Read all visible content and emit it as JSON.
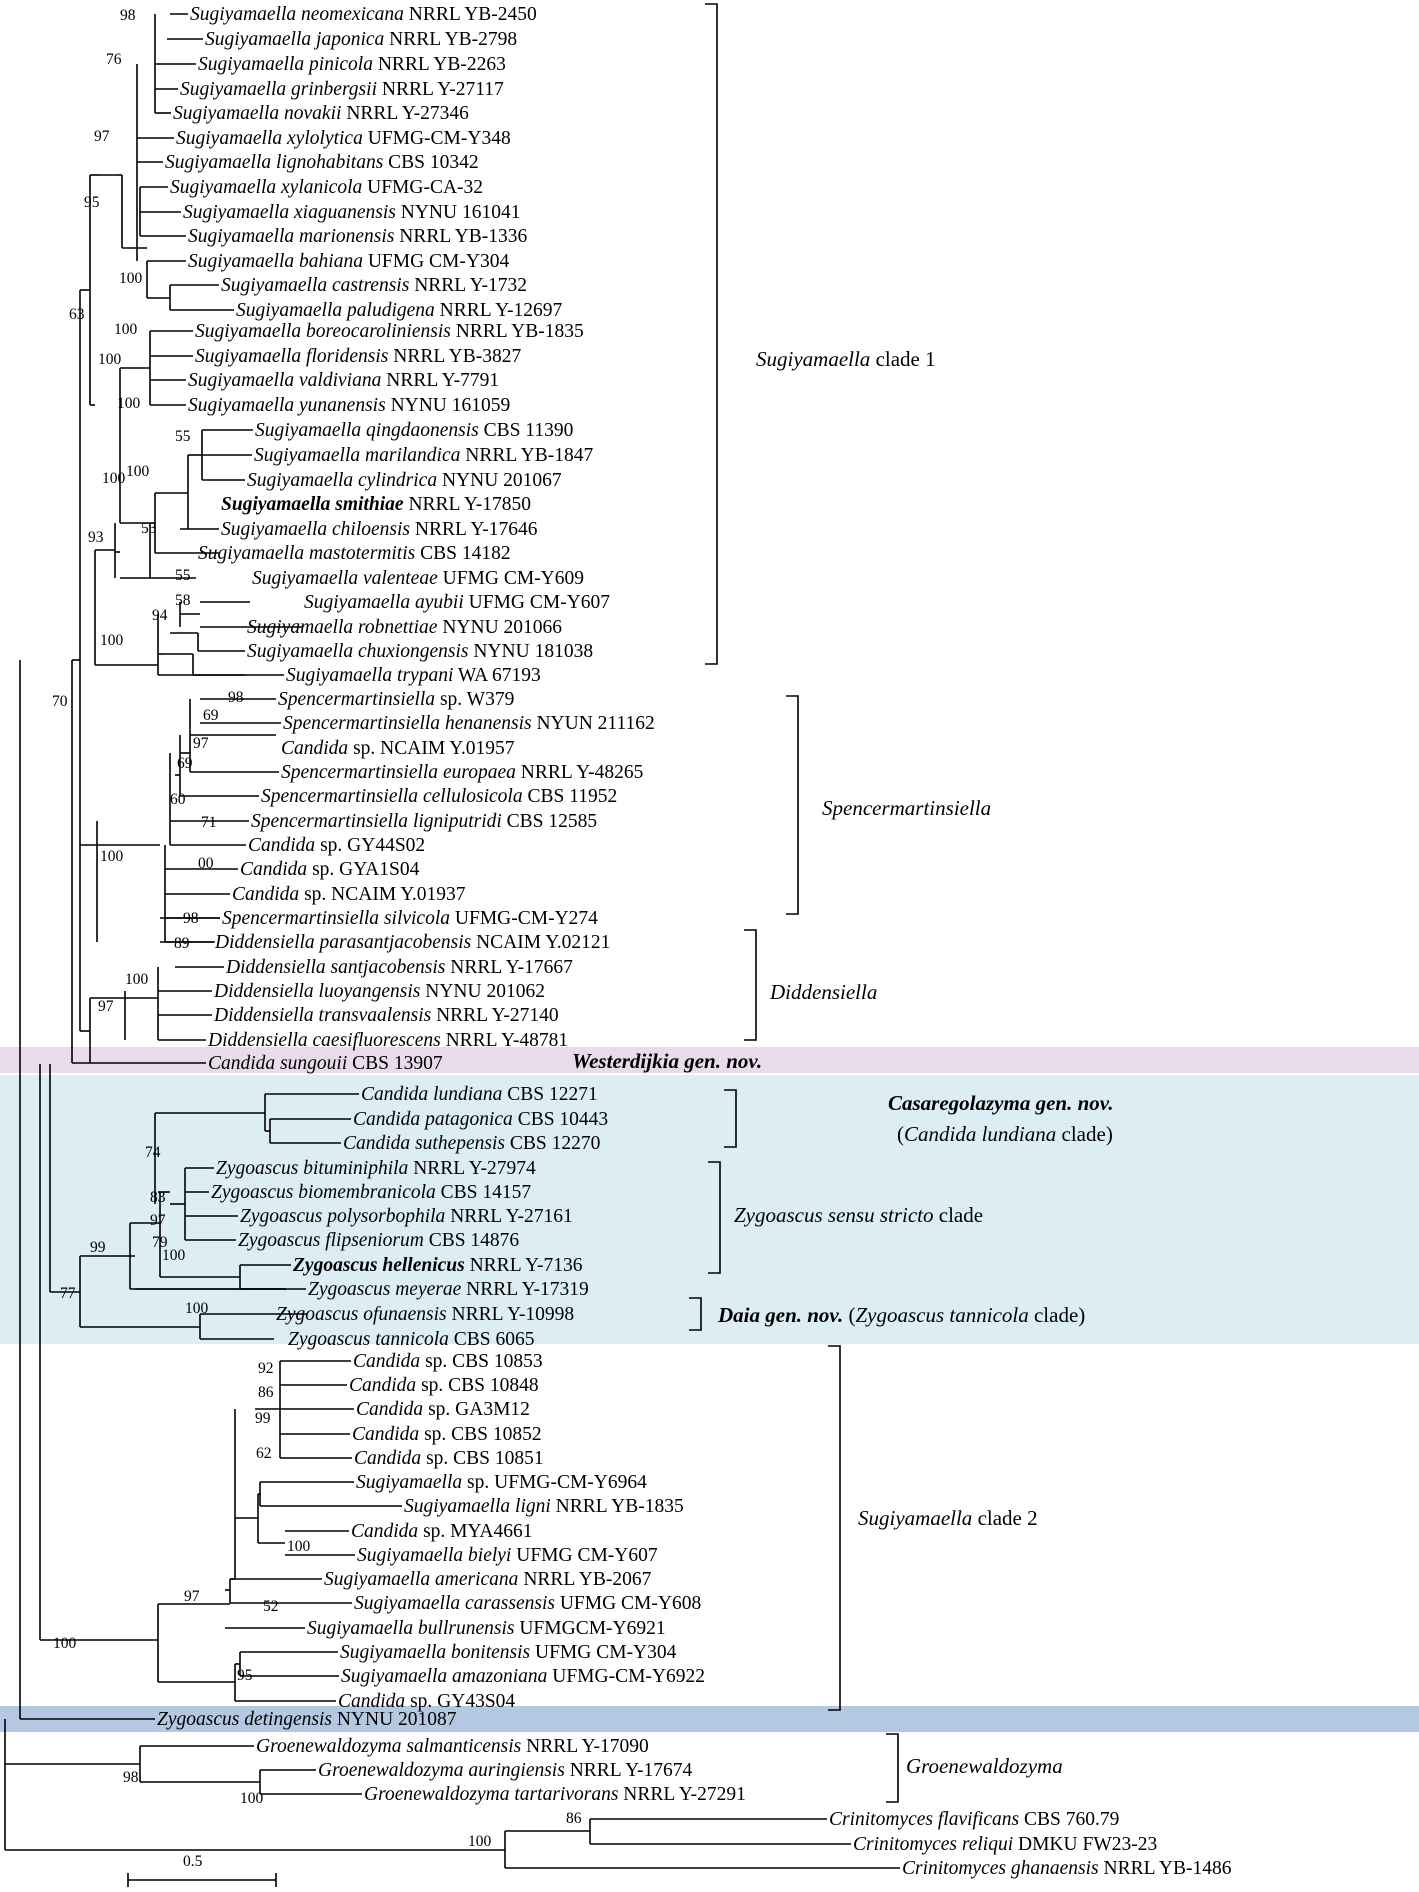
{
  "colors": {
    "westerdijkia_band": "#e8dcea",
    "zygoascus_band": "#dceef4",
    "detingensis_band": "#b4c8e2"
  },
  "tips": [
    {
      "genus": "Sugiyamaella",
      "epithet": "neomexicana",
      "strain": "NRRL YB-2450",
      "bold": false
    },
    {
      "genus": "Sugiyamaella",
      "epithet": "japonica",
      "strain": "NRRL YB-2798",
      "bold": false
    },
    {
      "genus": "Sugiyamaella",
      "epithet": "pinicola",
      "strain": "NRRL YB-2263",
      "bold": false
    },
    {
      "genus": "Sugiyamaella",
      "epithet": "grinbergsii",
      "strain": "NRRL Y-27117",
      "bold": false
    },
    {
      "genus": "Sugiyamaella",
      "epithet": "novakii",
      "strain": "NRRL Y-27346",
      "bold": false
    },
    {
      "genus": "Sugiyamaella",
      "epithet": "xylolytica",
      "strain": "UFMG-CM-Y348",
      "bold": false
    },
    {
      "genus": "Sugiyamaella",
      "epithet": "lignohabitans",
      "strain": "CBS 10342",
      "bold": false
    },
    {
      "genus": "Sugiyamaella",
      "epithet": "xylanicola",
      "strain": "UFMG-CA-32",
      "bold": false
    },
    {
      "genus": "Sugiyamaella",
      "epithet": "xiaguanensis",
      "strain": "NYNU 161041",
      "bold": false
    },
    {
      "genus": "Sugiyamaella",
      "epithet": "marionensis",
      "strain": "NRRL YB-1336",
      "bold": false
    },
    {
      "genus": "Sugiyamaella",
      "epithet": "bahiana",
      "strain": "UFMG CM-Y304",
      "bold": false
    },
    {
      "genus": "Sugiyamaella",
      "epithet": "castrensis",
      "strain": "NRRL Y-1732",
      "bold": false
    },
    {
      "genus": "Sugiyamaella",
      "epithet": "paludigena",
      "strain": "NRRL Y-12697",
      "bold": false
    },
    {
      "genus": "Sugiyamaella",
      "epithet": "boreocaroliniensis",
      "strain": "NRRL YB-1835",
      "bold": false
    },
    {
      "genus": "Sugiyamaella",
      "epithet": "floridensis",
      "strain": "NRRL YB-3827",
      "bold": false
    },
    {
      "genus": "Sugiyamaella",
      "epithet": "valdiviana",
      "strain": "NRRL Y-7791",
      "bold": false
    },
    {
      "genus": "Sugiyamaella",
      "epithet": "yunanensis",
      "strain": "NYNU 161059",
      "bold": false
    },
    {
      "genus": "Sugiyamaella",
      "epithet": "qingdaonensis",
      "strain": "CBS 11390",
      "bold": false
    },
    {
      "genus": "Sugiyamaella",
      "epithet": "marilandica",
      "strain": "NRRL YB-1847",
      "bold": false
    },
    {
      "genus": "Sugiyamaella",
      "epithet": "cylindrica",
      "strain": "NYNU 201067",
      "bold": false
    },
    {
      "genus": "Sugiyamaella",
      "epithet": "smithiae",
      "strain": "NRRL Y-17850",
      "bold": true
    },
    {
      "genus": "Sugiyamaella",
      "epithet": "chiloensis",
      "strain": "NRRL Y-17646",
      "bold": false
    },
    {
      "genus": "Sugiyamaella",
      "epithet": "mastotermitis",
      "strain": "CBS 14182",
      "bold": false
    },
    {
      "genus": "Sugiyamaella",
      "epithet": "valenteae",
      "strain": "UFMG CM-Y609",
      "bold": false
    },
    {
      "genus": "Sugiyamaella",
      "epithet": "ayubii",
      "strain": "UFMG CM-Y607",
      "bold": false
    },
    {
      "genus": "Sugiyamaella",
      "epithet": "robnettiae",
      "strain": "NYNU 201066",
      "bold": false
    },
    {
      "genus": "Sugiyamaella",
      "epithet": "chuxiongensis",
      "strain": "NYNU 181038",
      "bold": false
    },
    {
      "genus": "Sugiyamaella",
      "epithet": "trypani",
      "strain": "WA 67193",
      "bold": false
    },
    {
      "genus": "Spencermartinsiella",
      "epithet": "sp.",
      "strain": "W379",
      "bold": false
    },
    {
      "genus": "Spencermartinsiella",
      "epithet": "henanensis",
      "strain": "NYUN 211162",
      "bold": false
    },
    {
      "genus": "Candida",
      "epithet": "sp.",
      "strain": "NCAIM Y.01957",
      "bold": false
    },
    {
      "genus": "Spencermartinsiella",
      "epithet": "europaea",
      "strain": "NRRL Y-48265",
      "bold": false
    },
    {
      "genus": "Spencermartinsiella",
      "epithet": "cellulosicola",
      "strain": "CBS 11952",
      "bold": false
    },
    {
      "genus": "Spencermartinsiella",
      "epithet": "ligniputridi",
      "strain": "CBS 12585",
      "bold": false
    },
    {
      "genus": "Candida",
      "epithet": "sp.",
      "strain": "GY44S02",
      "bold": false
    },
    {
      "genus": "Candida",
      "epithet": "sp.",
      "strain": "GYA1S04",
      "bold": false
    },
    {
      "genus": "Candida",
      "epithet": "sp.",
      "strain": "NCAIM Y.01937",
      "bold": false
    },
    {
      "genus": "Spencermartinsiella",
      "epithet": "silvicola",
      "strain": "UFMG-CM-Y274",
      "bold": false
    },
    {
      "genus": "Diddensiella",
      "epithet": "parasantjacobensis",
      "strain": "NCAIM Y.02121",
      "bold": false
    },
    {
      "genus": "Diddensiella",
      "epithet": "santjacobensis",
      "strain": "NRRL Y-17667",
      "bold": false
    },
    {
      "genus": "Diddensiella",
      "epithet": "luoyangensis",
      "strain": "NYNU 201062",
      "bold": false
    },
    {
      "genus": "Diddensiella",
      "epithet": "transvaalensis",
      "strain": "NRRL Y-27140",
      "bold": false
    },
    {
      "genus": "Diddensiella",
      "epithet": "caesifluorescens",
      "strain": "NRRL Y-48781",
      "bold": false
    },
    {
      "genus": "Candida",
      "epithet": "sungouii",
      "strain": "CBS 13907",
      "bold": false
    },
    {
      "genus": "Candida",
      "epithet": "lundiana",
      "strain": "CBS 12271",
      "bold": false
    },
    {
      "genus": "Candida",
      "epithet": "patagonica",
      "strain": "CBS 10443",
      "bold": false
    },
    {
      "genus": "Candida",
      "epithet": "suthepensis",
      "strain": "CBS 12270",
      "bold": false
    },
    {
      "genus": "Zygoascus",
      "epithet": "bituminiphila",
      "strain": "NRRL Y-27974",
      "bold": false
    },
    {
      "genus": "Zygoascus",
      "epithet": "biomembranicola",
      "strain": "CBS 14157",
      "bold": false
    },
    {
      "genus": "Zygoascus",
      "epithet": "polysorbophila",
      "strain": "NRRL Y-27161",
      "bold": false
    },
    {
      "genus": "Zygoascus",
      "epithet": "flipseniorum",
      "strain": "CBS 14876",
      "bold": false
    },
    {
      "genus": "Zygoascus",
      "epithet": "hellenicus",
      "strain": "NRRL Y-7136",
      "bold": true
    },
    {
      "genus": "Zygoascus",
      "epithet": "meyerae",
      "strain": "NRRL Y-17319",
      "bold": false
    },
    {
      "genus": "Zygoascus",
      "epithet": "ofunaensis",
      "strain": "NRRL Y-10998",
      "bold": false
    },
    {
      "genus": "Zygoascus",
      "epithet": "tannicola",
      "strain": "CBS 6065",
      "bold": false
    },
    {
      "genus": "Candida",
      "epithet": "sp.",
      "strain": "CBS 10853",
      "bold": false
    },
    {
      "genus": "Candida",
      "epithet": "sp.",
      "strain": "CBS 10848",
      "bold": false
    },
    {
      "genus": "Candida",
      "epithet": "sp.",
      "strain": "GA3M12",
      "bold": false
    },
    {
      "genus": "Candida",
      "epithet": "sp.",
      "strain": "CBS 10852",
      "bold": false
    },
    {
      "genus": "Candida",
      "epithet": "sp.",
      "strain": "CBS 10851",
      "bold": false
    },
    {
      "genus": "Sugiyamaella",
      "epithet": "sp.",
      "strain": "UFMG-CM-Y6964",
      "bold": false
    },
    {
      "genus": "Sugiyamaella",
      "epithet": "ligni",
      "strain": "NRRL YB-1835",
      "bold": false
    },
    {
      "genus": "Candida",
      "epithet": "sp.",
      "strain": "MYA4661",
      "bold": false
    },
    {
      "genus": "Sugiyamaella",
      "epithet": "bielyi",
      "strain": "UFMG CM-Y607",
      "bold": false
    },
    {
      "genus": "Sugiyamaella",
      "epithet": "americana",
      "strain": "NRRL YB-2067",
      "bold": false
    },
    {
      "genus": "Sugiyamaella",
      "epithet": "carassensis",
      "strain": "UFMG CM-Y608",
      "bold": false
    },
    {
      "genus": "Sugiyamaella",
      "epithet": "bullrunensis",
      "strain": "UFMGCM-Y6921",
      "bold": false
    },
    {
      "genus": "Sugiyamaella",
      "epithet": "bonitensis",
      "strain": "UFMG CM-Y304",
      "bold": false
    },
    {
      "genus": "Sugiyamaella",
      "epithet": "amazoniana",
      "strain": "UFMG-CM-Y6922",
      "bold": false
    },
    {
      "genus": "Candida",
      "epithet": "sp.",
      "strain": "GY43S04",
      "bold": false
    },
    {
      "genus": "Zygoascus",
      "epithet": "detingensis",
      "strain": "NYNU 201087",
      "bold": false
    },
    {
      "genus": "Groenewaldozyma",
      "epithet": "salmanticensis",
      "strain": "NRRL Y-17090",
      "bold": false
    },
    {
      "genus": "Groenewaldozyma",
      "epithet": "auringiensis",
      "strain": "NRRL Y-17674",
      "bold": false
    },
    {
      "genus": "Groenewaldozyma",
      "epithet": "tartarivorans",
      "strain": "NRRL Y-27291",
      "bold": false
    },
    {
      "genus": "Crinitomyces",
      "epithet": "flavificans",
      "strain": "CBS 760.79",
      "bold": false
    },
    {
      "genus": "Crinitomyces",
      "epithet": "reliqui",
      "strain": "DMKU FW23-23",
      "bold": false
    },
    {
      "genus": "Crinitomyces",
      "epithet": "ghanaensis",
      "strain": "NRRL YB-1486",
      "bold": false
    }
  ],
  "support_values": [
    "98",
    "76",
    "97",
    "95",
    "100",
    "63",
    "100",
    "100",
    "100",
    "55",
    "100",
    "100",
    "53",
    "93",
    "55",
    "58",
    "94",
    "100",
    "70",
    "98",
    "69",
    "97",
    "69",
    "60",
    "71",
    "00",
    "100",
    "98",
    "89",
    "100",
    "97",
    "74",
    "83",
    "97",
    "79",
    "100",
    "99",
    "77",
    "100",
    "92",
    "86",
    "99",
    "62",
    "100",
    "52",
    "97",
    "95",
    "100",
    "98",
    "100",
    "86",
    "100"
  ],
  "clade_labels": {
    "sugiyamaella_clade1": {
      "italic": "Sugiyamaella",
      "rest": " clade 1"
    },
    "spencermartinsiella": {
      "italic": "Spencermartinsiella",
      "rest": ""
    },
    "diddensiella": {
      "italic": "Diddensiella",
      "rest": ""
    },
    "westerdijkia": {
      "bold_italic": "Westerdijkia gen. nov."
    },
    "casaregolazyma": {
      "bold_italic": "Casaregolazyma gen. nov.",
      "line2_open": "(",
      "line2_italic": "Candida lundiana",
      "line2_rest": " clade)"
    },
    "zygoascus_ss": {
      "italic": "Zygoascus sensu stricto",
      "rest": " clade"
    },
    "daia": {
      "bold_italic": "Daia gen. nov.",
      "open": " (",
      "italic": "Zygoascus tannicola",
      "rest": " clade)"
    },
    "sugiyamaella_clade2": {
      "italic": "Sugiyamaella",
      "rest": " clade 2"
    },
    "groenewaldozyma": {
      "italic": "Groenewaldozyma",
      "rest": ""
    }
  },
  "scale_bar": {
    "value": 0.5,
    "label": "0.5"
  }
}
